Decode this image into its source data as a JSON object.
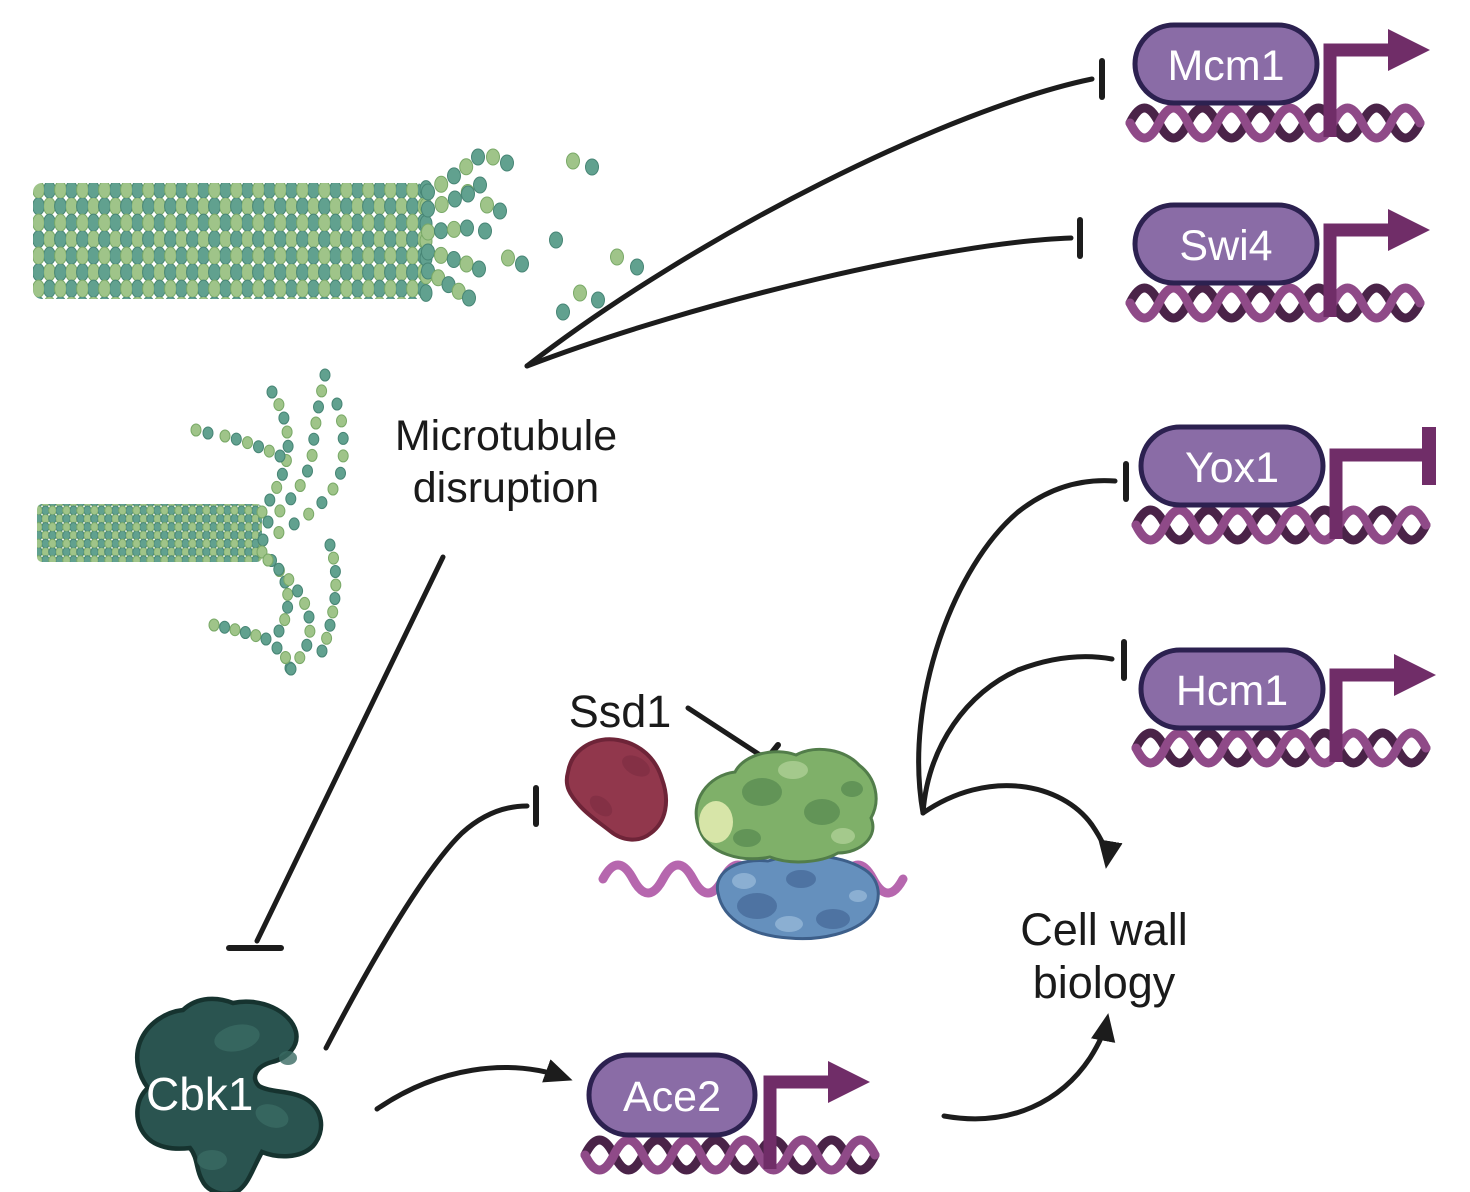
{
  "figure": {
    "labels": {
      "microtubule_disruption": [
        "Microtubule",
        "disruption"
      ],
      "ssd1": "Ssd1",
      "cbk1": "Cbk1",
      "cell_wall_biology": [
        "Cell wall",
        "biology"
      ]
    },
    "genes": [
      {
        "label": "Mcm1",
        "promoter_icon": "arrow-promoter"
      },
      {
        "label": "Swi4",
        "promoter_icon": "arrow-promoter"
      },
      {
        "label": "Yox1",
        "promoter_icon": "tbar-promoter"
      },
      {
        "label": "Hcm1",
        "promoter_icon": "arrow-promoter"
      },
      {
        "label": "Ace2",
        "promoter_icon": "arrow-promoter"
      }
    ],
    "relationships": [
      {
        "from": "microtubule-disruption",
        "to": "Mcm1",
        "type": "inhibition"
      },
      {
        "from": "microtubule-disruption",
        "to": "Swi4",
        "type": "inhibition"
      },
      {
        "from": "microtubule-disruption",
        "to": "Cbk1",
        "type": "inhibition"
      },
      {
        "from": "Cbk1",
        "to": "Ssd1",
        "type": "inhibition"
      },
      {
        "from": "Cbk1",
        "to": "Ace2",
        "type": "activation"
      },
      {
        "from": "Ssd1",
        "to": "ribosome",
        "type": "inhibition"
      },
      {
        "from": "ribosome",
        "to": "Yox1",
        "type": "inhibition"
      },
      {
        "from": "ribosome",
        "to": "Hcm1",
        "type": "inhibition"
      },
      {
        "from": "ribosome",
        "to": "cell-wall-biology",
        "type": "activation"
      },
      {
        "from": "Ace2",
        "to": "cell-wall-biology",
        "type": "activation"
      }
    ],
    "colors": {
      "line": "#1c1c1c",
      "ink": "#1a1a1a",
      "pill_fill": "#8a6ca6",
      "pill_border": "#2c2150",
      "pill_text": "#ffffff",
      "promoter": "#702d68",
      "dna_dark": "#4a2348",
      "dna_light": "#8f4a88",
      "bead_light": "#9fc489",
      "bead_teal": "#61a18f",
      "ssd1": "#91374c",
      "ssd1_border": "#6e2438",
      "ribosome_green": "#7fb069",
      "ribosome_blue": "#6590bd",
      "mrna": "#b667ae",
      "cbk1": "#2a5450",
      "cbk1_border": "#16332f"
    }
  }
}
